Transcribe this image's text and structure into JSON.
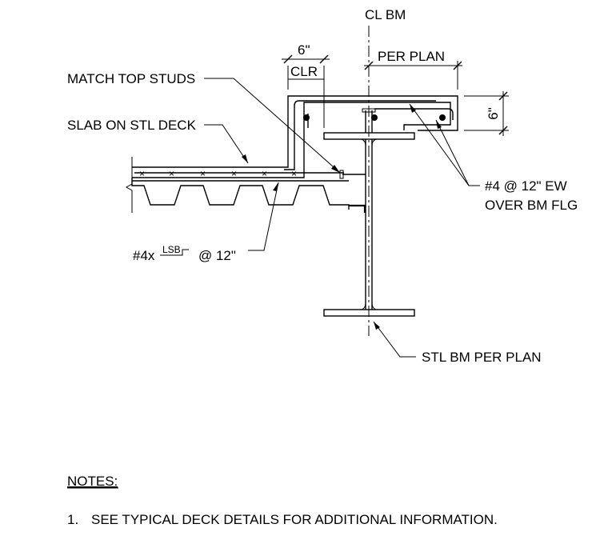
{
  "labels": {
    "cl_bm": "CL BM",
    "dim_6_top": "6\"",
    "clr": "CLR",
    "per_plan": "PER PLAN",
    "match_top_studs": "MATCH TOP STUDS",
    "slab_on_stl_deck": "SLAB ON STL DECK",
    "dim_6_side": "6\"",
    "rebar_ew": "#4 @ 12\" EW",
    "over_bm_flg": "OVER BM FLG",
    "lsb_bar_prefix": "#4x",
    "lsb_tag": "LSB",
    "lsb_spacing": "@ 12\"",
    "stl_bm_per_plan": "STL BM PER PLAN"
  },
  "notes": {
    "title": "NOTES:",
    "items": [
      {
        "number": "1.",
        "text": "SEE TYPICAL DECK DETAILS FOR ADDITIONAL INFORMATION."
      }
    ]
  }
}
